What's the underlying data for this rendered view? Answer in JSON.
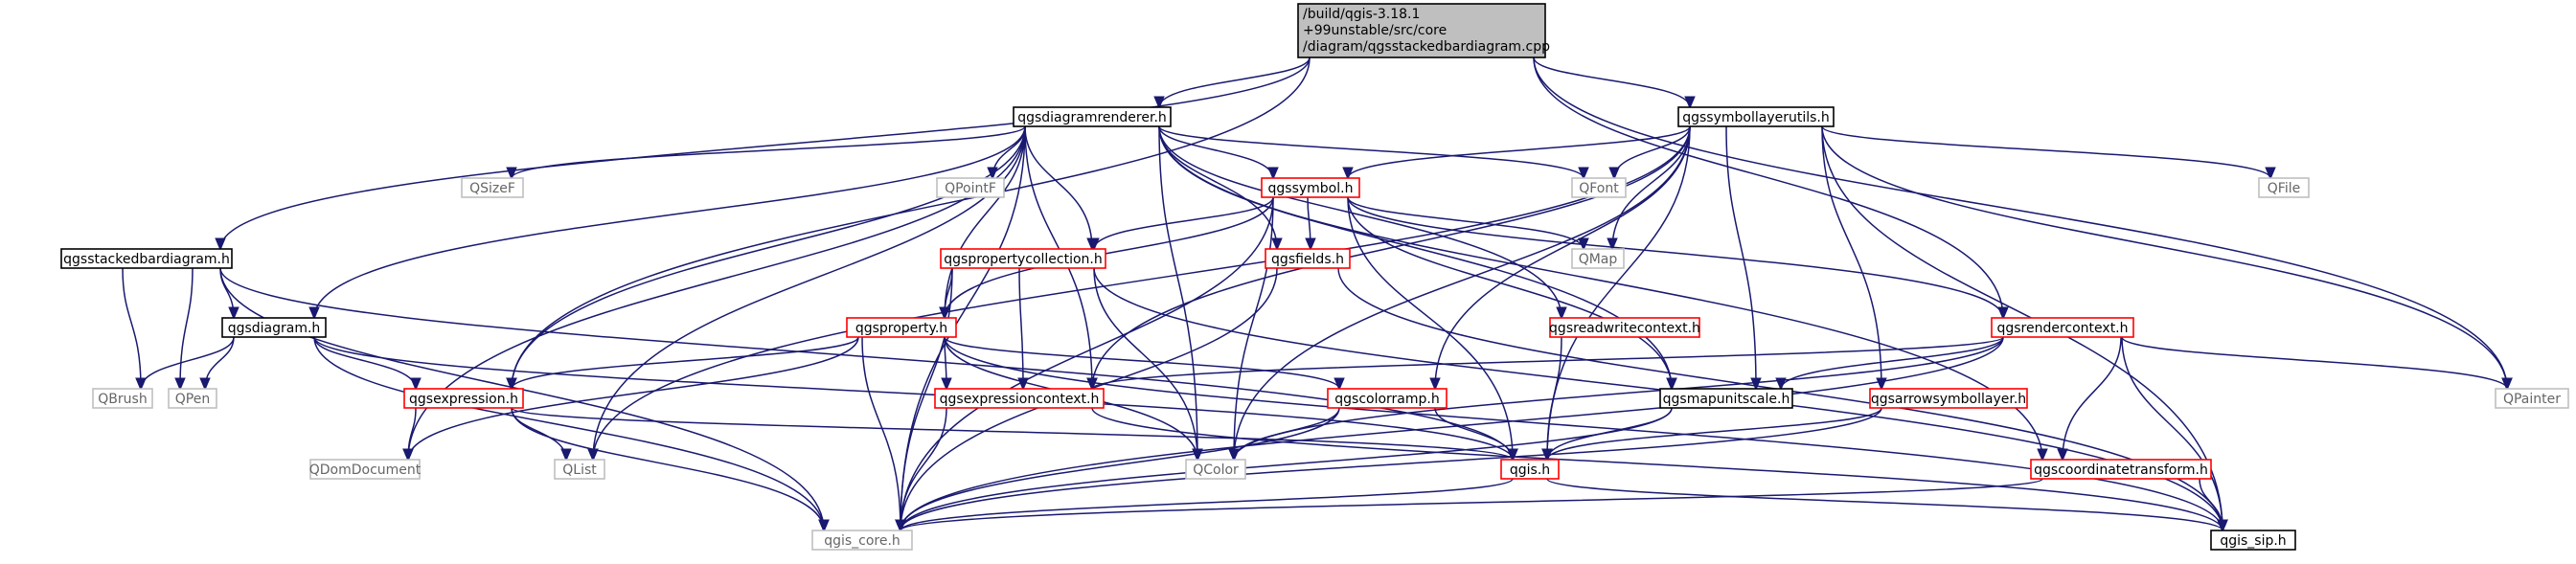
{
  "colors": {
    "edge": "#191970",
    "root_fill": "#bfbfbf",
    "root_border": "#000000",
    "plain_border": "#000000",
    "error_border": "#ff0000",
    "external_border": "#bfbfbf",
    "text": "#000000",
    "external_text": "#666666"
  },
  "nodes": [
    {
      "id": "root",
      "kind": "root",
      "lines": [
        "/build/qgis-3.18.1",
        "+99unstable/src/core",
        "/diagram/qgsstackedbardiagram.cpp"
      ]
    },
    {
      "id": "qgsdiagramrenderer",
      "kind": "plain",
      "lines": [
        "qgsdiagramrenderer.h"
      ]
    },
    {
      "id": "qgssymbollayerutils",
      "kind": "plain",
      "lines": [
        "qgssymbollayerutils.h"
      ]
    },
    {
      "id": "qgsstackedbardiagram",
      "kind": "plain",
      "lines": [
        "qgsstackedbardiagram.h"
      ]
    },
    {
      "id": "qgsdiagram",
      "kind": "plain",
      "lines": [
        "qgsdiagram.h"
      ]
    },
    {
      "id": "qgssymbol",
      "kind": "error",
      "lines": [
        "qgssymbol.h"
      ]
    },
    {
      "id": "qgspropertycollection",
      "kind": "error",
      "lines": [
        "qgspropertycollection.h"
      ]
    },
    {
      "id": "qgsfields",
      "kind": "error",
      "lines": [
        "qgsfields.h"
      ]
    },
    {
      "id": "qgsproperty",
      "kind": "error",
      "lines": [
        "qgsproperty.h"
      ]
    },
    {
      "id": "qgsreadwritecontext",
      "kind": "error",
      "lines": [
        "qgsreadwritecontext.h"
      ]
    },
    {
      "id": "qgsrendercontext",
      "kind": "error",
      "lines": [
        "qgsrendercontext.h"
      ]
    },
    {
      "id": "qgsexpression",
      "kind": "error",
      "lines": [
        "qgsexpression.h"
      ]
    },
    {
      "id": "qgsexpressioncontext",
      "kind": "error",
      "lines": [
        "qgsexpressioncontext.h"
      ]
    },
    {
      "id": "qgscolorramp",
      "kind": "error",
      "lines": [
        "qgscolorramp.h"
      ]
    },
    {
      "id": "qgsmapunitscale",
      "kind": "plain",
      "lines": [
        "qgsmapunitscale.h"
      ]
    },
    {
      "id": "qgsarrowsymbollayer",
      "kind": "error",
      "lines": [
        "qgsarrowsymbollayer.h"
      ]
    },
    {
      "id": "qgis",
      "kind": "error",
      "lines": [
        "qgis.h"
      ]
    },
    {
      "id": "qgscoordinatetransform",
      "kind": "error",
      "lines": [
        "qgscoordinatetransform.h"
      ]
    },
    {
      "id": "qgis_core",
      "kind": "external",
      "lines": [
        "qgis_core.h"
      ]
    },
    {
      "id": "qgis_sip",
      "kind": "plain",
      "lines": [
        "qgis_sip.h"
      ]
    },
    {
      "id": "QSizeF",
      "kind": "external",
      "lines": [
        "QSizeF"
      ]
    },
    {
      "id": "QPointF",
      "kind": "external",
      "lines": [
        "QPointF"
      ]
    },
    {
      "id": "QFont",
      "kind": "external",
      "lines": [
        "QFont"
      ]
    },
    {
      "id": "QFile",
      "kind": "external",
      "lines": [
        "QFile"
      ]
    },
    {
      "id": "QPainter",
      "kind": "external",
      "lines": [
        "QPainter"
      ]
    },
    {
      "id": "QMap",
      "kind": "external",
      "lines": [
        "QMap"
      ]
    },
    {
      "id": "QBrush",
      "kind": "external",
      "lines": [
        "QBrush"
      ]
    },
    {
      "id": "QPen",
      "kind": "external",
      "lines": [
        "QPen"
      ]
    },
    {
      "id": "QDomDocument",
      "kind": "external",
      "lines": [
        "QDomDocument"
      ]
    },
    {
      "id": "QList",
      "kind": "external",
      "lines": [
        "QList"
      ]
    },
    {
      "id": "QColor",
      "kind": "external",
      "lines": [
        "QColor"
      ]
    }
  ],
  "edges": [
    [
      "root",
      "qgsdiagramrenderer"
    ],
    [
      "root",
      "qgssymbollayerutils"
    ],
    [
      "root",
      "qgsstackedbardiagram"
    ],
    [
      "root",
      "qgsexpression"
    ],
    [
      "root",
      "qgsrendercontext"
    ],
    [
      "root",
      "QPainter"
    ],
    [
      "qgsdiagramrenderer",
      "qgis_core"
    ],
    [
      "qgsdiagramrenderer",
      "qgsdiagram"
    ],
    [
      "qgsdiagramrenderer",
      "QSizeF"
    ],
    [
      "qgsdiagramrenderer",
      "QPointF"
    ],
    [
      "qgsdiagramrenderer",
      "QFont"
    ],
    [
      "qgsdiagramrenderer",
      "qgssymbol"
    ],
    [
      "qgsdiagramrenderer",
      "qgspropertycollection"
    ],
    [
      "qgsdiagramrenderer",
      "qgsfields"
    ],
    [
      "qgsdiagramrenderer",
      "qgsproperty"
    ],
    [
      "qgsdiagramrenderer",
      "qgsexpression"
    ],
    [
      "qgsdiagramrenderer",
      "qgsexpressioncontext"
    ],
    [
      "qgsdiagramrenderer",
      "QDomDocument"
    ],
    [
      "qgsdiagramrenderer",
      "QList"
    ],
    [
      "qgsdiagramrenderer",
      "QColor"
    ],
    [
      "qgsdiagramrenderer",
      "qgsreadwritecontext"
    ],
    [
      "qgsdiagramrenderer",
      "qgscoordinatetransform"
    ],
    [
      "qgsdiagramrenderer",
      "qgsmapunitscale"
    ],
    [
      "qgssymbollayerutils",
      "qgssymbol"
    ],
    [
      "qgssymbollayerutils",
      "QFont"
    ],
    [
      "qgssymbollayerutils",
      "QMap"
    ],
    [
      "qgssymbollayerutils",
      "QFile"
    ],
    [
      "qgssymbollayerutils",
      "QPainter"
    ],
    [
      "qgssymbollayerutils",
      "qgis_sip"
    ],
    [
      "qgssymbollayerutils",
      "qgis"
    ],
    [
      "qgssymbollayerutils",
      "qgscolorramp"
    ],
    [
      "qgssymbollayerutils",
      "qgsmapunitscale"
    ],
    [
      "qgssymbollayerutils",
      "qgsarrowsymbollayer"
    ],
    [
      "qgssymbollayerutils",
      "QColor"
    ],
    [
      "qgssymbollayerutils",
      "qgsexpressioncontext"
    ],
    [
      "qgssymbollayerutils",
      "QList"
    ],
    [
      "qgsstackedbardiagram",
      "qgsdiagram"
    ],
    [
      "qgsstackedbardiagram",
      "QBrush"
    ],
    [
      "qgsstackedbardiagram",
      "QPen"
    ],
    [
      "qgsstackedbardiagram",
      "qgis_core"
    ],
    [
      "qgsstackedbardiagram",
      "qgis"
    ],
    [
      "qgsdiagram",
      "QBrush"
    ],
    [
      "qgsdiagram",
      "QPen"
    ],
    [
      "qgsdiagram",
      "qgsexpression"
    ],
    [
      "qgsdiagram",
      "qgis_core"
    ],
    [
      "qgsdiagram",
      "qgis"
    ],
    [
      "qgssymbol",
      "qgspropertycollection"
    ],
    [
      "qgssymbol",
      "qgsfields"
    ],
    [
      "qgssymbol",
      "QMap"
    ],
    [
      "qgssymbol",
      "qgsproperty"
    ],
    [
      "qgssymbol",
      "qgis"
    ],
    [
      "qgssymbol",
      "qgsrendercontext"
    ],
    [
      "qgssymbol",
      "qgis_core"
    ],
    [
      "qgssymbol",
      "qgsmapunitscale"
    ],
    [
      "qgssymbol",
      "QColor"
    ],
    [
      "qgspropertycollection",
      "qgsproperty"
    ],
    [
      "qgspropertycollection",
      "qgsexpressioncontext"
    ],
    [
      "qgspropertycollection",
      "qgis_core"
    ],
    [
      "qgspropertycollection",
      "QColor"
    ],
    [
      "qgspropertycollection",
      "qgis_sip"
    ],
    [
      "qgsfields",
      "qgis_core"
    ],
    [
      "qgsfields",
      "qgis_sip"
    ],
    [
      "qgsproperty",
      "qgsexpression"
    ],
    [
      "qgsproperty",
      "qgsexpressioncontext"
    ],
    [
      "qgsproperty",
      "qgscolorramp"
    ],
    [
      "qgsproperty",
      "QDomDocument"
    ],
    [
      "qgsproperty",
      "QColor"
    ],
    [
      "qgsproperty",
      "qgis_core"
    ],
    [
      "qgsproperty",
      "qgis_sip"
    ],
    [
      "qgsreadwritecontext",
      "qgis"
    ],
    [
      "qgsrendercontext",
      "qgsexpressioncontext"
    ],
    [
      "qgsrendercontext",
      "qgsmapunitscale"
    ],
    [
      "qgsrendercontext",
      "QPainter"
    ],
    [
      "qgsrendercontext",
      "qgscoordinatetransform"
    ],
    [
      "qgsrendercontext",
      "qgis_core"
    ],
    [
      "qgsrendercontext",
      "qgis_sip"
    ],
    [
      "qgsrendercontext",
      "QColor"
    ],
    [
      "qgsexpression",
      "QDomDocument"
    ],
    [
      "qgsexpression",
      "QList"
    ],
    [
      "qgsexpression",
      "qgis_core"
    ],
    [
      "qgsexpression",
      "qgis"
    ],
    [
      "qgsexpressioncontext",
      "qgis_core"
    ],
    [
      "qgsexpressioncontext",
      "qgis_sip"
    ],
    [
      "qgscolorramp",
      "QColor"
    ],
    [
      "qgscolorramp",
      "qgis"
    ],
    [
      "qgscolorramp",
      "qgis_core"
    ],
    [
      "qgsmapunitscale",
      "qgis"
    ],
    [
      "qgsmapunitscale",
      "qgis_core"
    ],
    [
      "qgsarrowsymbollayer",
      "qgis"
    ],
    [
      "qgsarrowsymbollayer",
      "qgis_core"
    ],
    [
      "qgis",
      "qgis_core"
    ],
    [
      "qgis",
      "qgis_sip"
    ],
    [
      "qgscoordinatetransform",
      "qgis_core"
    ],
    [
      "qgscoordinatetransform",
      "qgis_sip"
    ]
  ]
}
